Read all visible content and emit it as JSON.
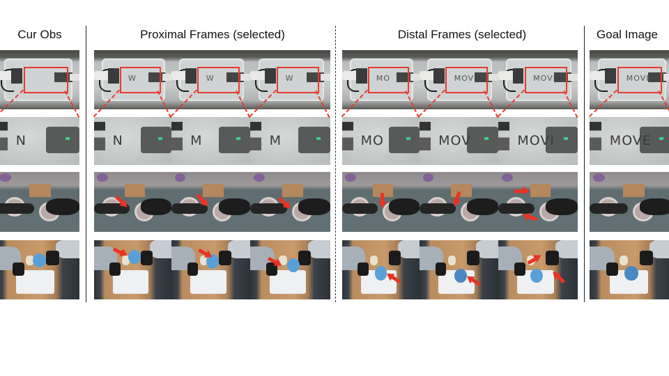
{
  "headers": {
    "cur_obs": "Cur Obs",
    "proximal": "Proximal Frames (selected)",
    "distal": "Distal Frames (selected)",
    "goal": "Goal Image"
  },
  "colors": {
    "highlight_red": "#e53b2d",
    "arrow_red": "#ea3323",
    "divider": "#222222"
  },
  "columns": {
    "cur_obs": {
      "row1_word": "",
      "row2_word": "N"
    },
    "proximal": [
      {
        "row1_word": "W",
        "row2_word": "N"
      },
      {
        "row1_word": "W",
        "row2_word": "M"
      },
      {
        "row1_word": "W",
        "row2_word": "M"
      }
    ],
    "distal": [
      {
        "row1_word": "MO",
        "row2_word": "MO"
      },
      {
        "row1_word": "MOV",
        "row2_word": "MOV"
      },
      {
        "row1_word": "MOVI",
        "row2_word": "MOVI"
      }
    ],
    "goal": {
      "row1_word": "MOVE",
      "row2_word": "MOVE"
    }
  },
  "rows": [
    {
      "name": "tabletop-writing-overview"
    },
    {
      "name": "tabletop-writing-zoom"
    },
    {
      "name": "floor-pick-scene"
    },
    {
      "name": "wooden-table-manipulation"
    }
  ]
}
